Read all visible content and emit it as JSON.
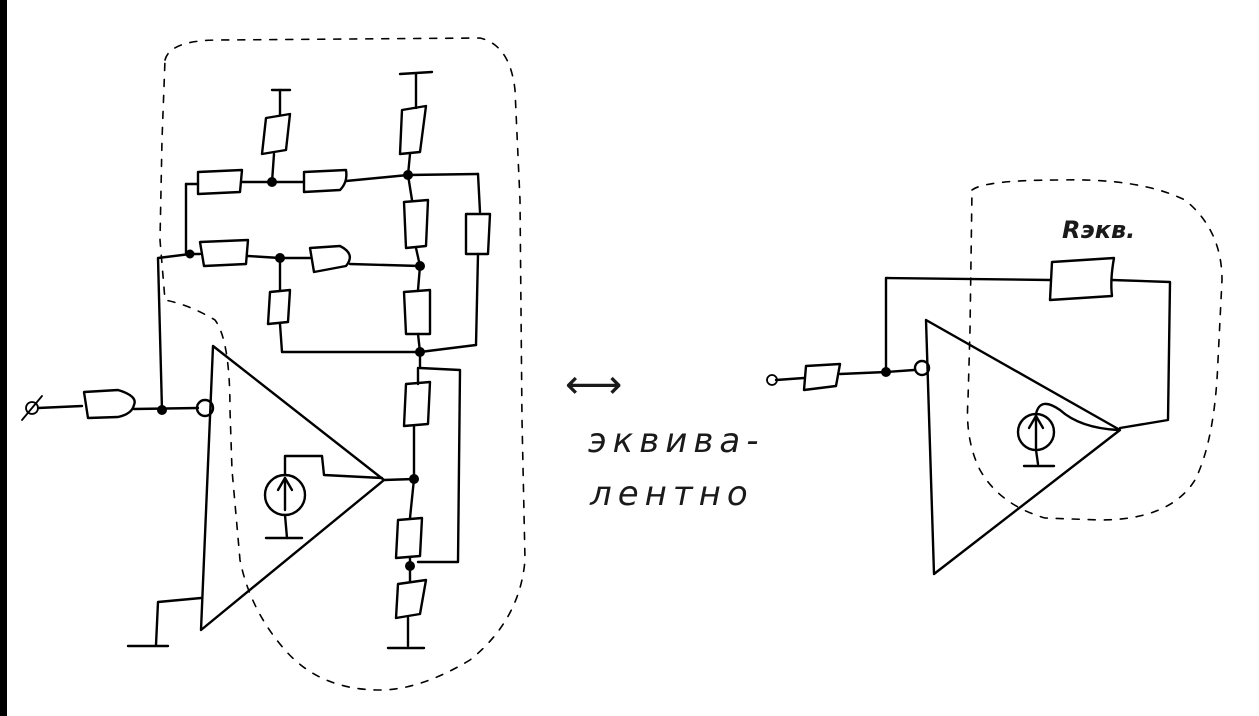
{
  "labels": {
    "arrow": "⟷",
    "equiv_line1": "эквива-",
    "equiv_line2": "лентно",
    "r_equiv": "Rэкв."
  },
  "icons": {
    "input_terminal_left": "phi-terminal-icon",
    "input_terminal_right": "phi-terminal-icon",
    "current_source": "current-source-icon",
    "ground": "ground-icon"
  },
  "colors": {
    "ink": "#000000",
    "paper": "#ffffff"
  }
}
